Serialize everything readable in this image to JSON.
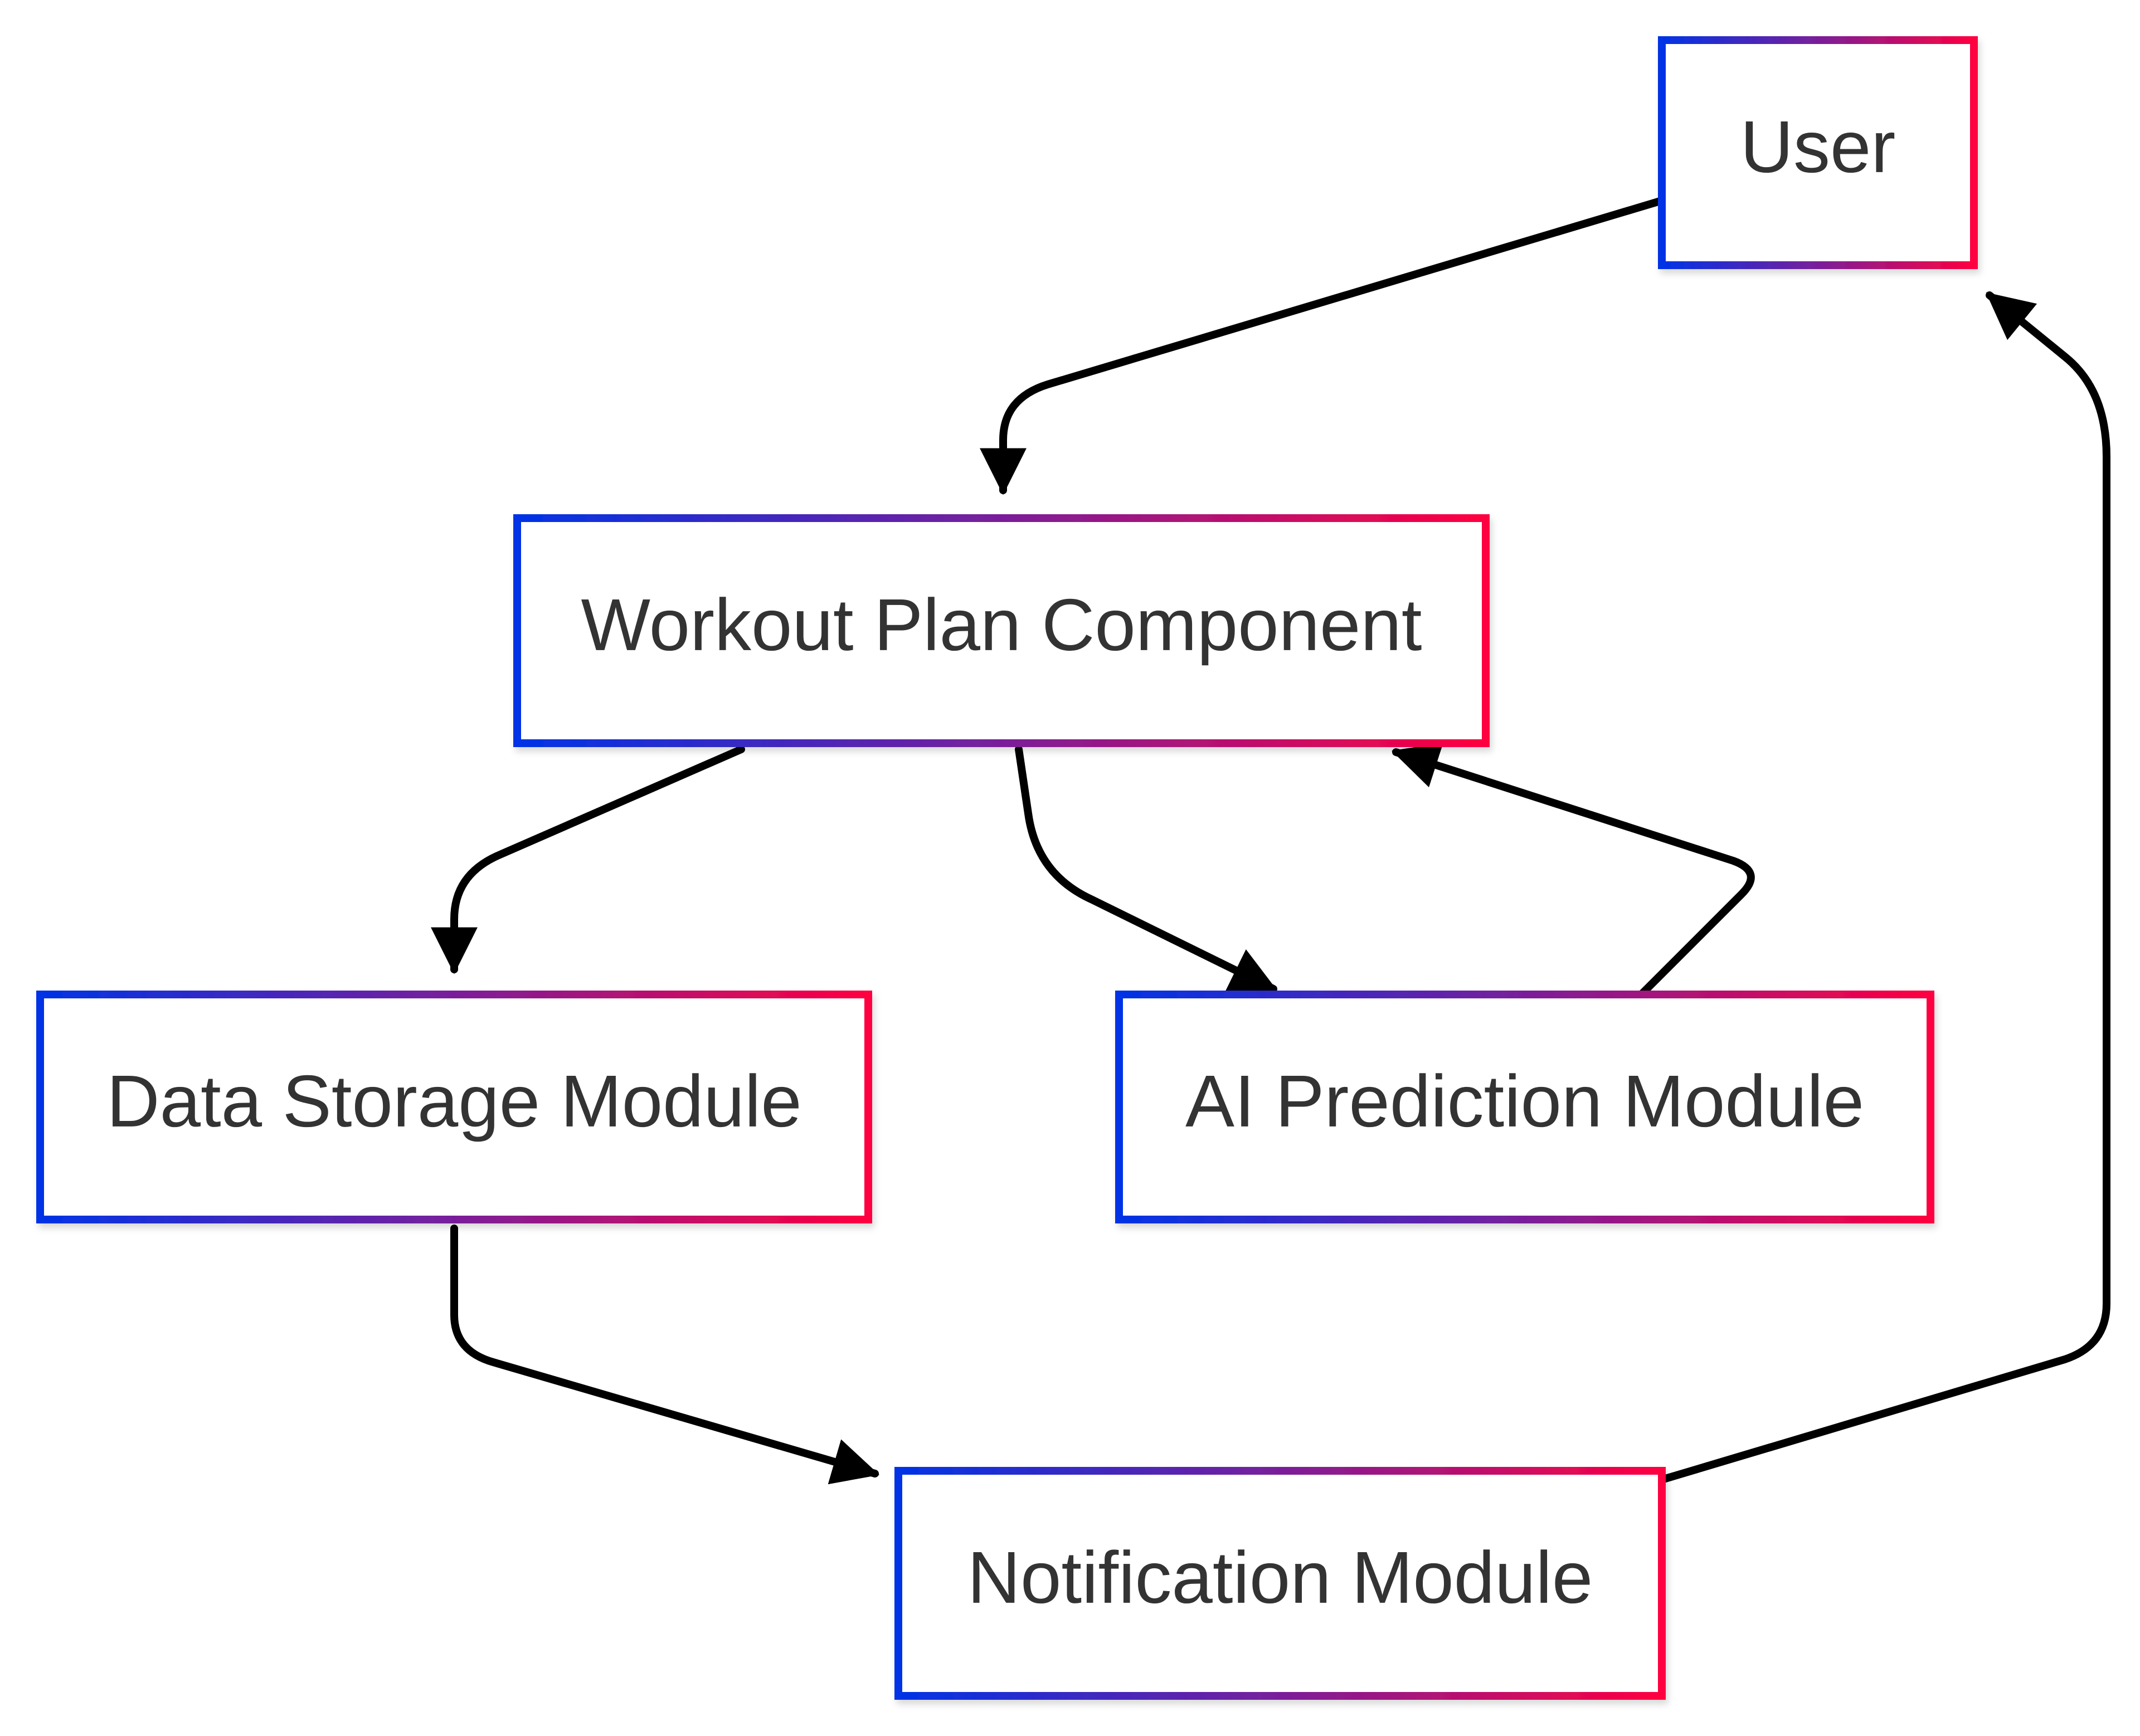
{
  "diagram": {
    "colors": {
      "border_start": "#0033e6",
      "border_end": "#ff0040",
      "edge": "#000000",
      "label": "#333333",
      "background": "#ffffff"
    },
    "nodes": {
      "user": {
        "label": "User"
      },
      "workout_plan": {
        "label": "Workout Plan Component"
      },
      "data_storage": {
        "label": "Data Storage Module"
      },
      "ai_prediction": {
        "label": "AI Prediction Module"
      },
      "notification": {
        "label": "Notification Module"
      }
    },
    "edges": [
      {
        "from": "User",
        "to": "Workout Plan Component"
      },
      {
        "from": "Workout Plan Component",
        "to": "Data Storage Module"
      },
      {
        "from": "Workout Plan Component",
        "to": "AI Prediction Module"
      },
      {
        "from": "AI Prediction Module",
        "to": "Workout Plan Component"
      },
      {
        "from": "Data Storage Module",
        "to": "Notification Module"
      },
      {
        "from": "Notification Module",
        "to": "User"
      }
    ]
  }
}
